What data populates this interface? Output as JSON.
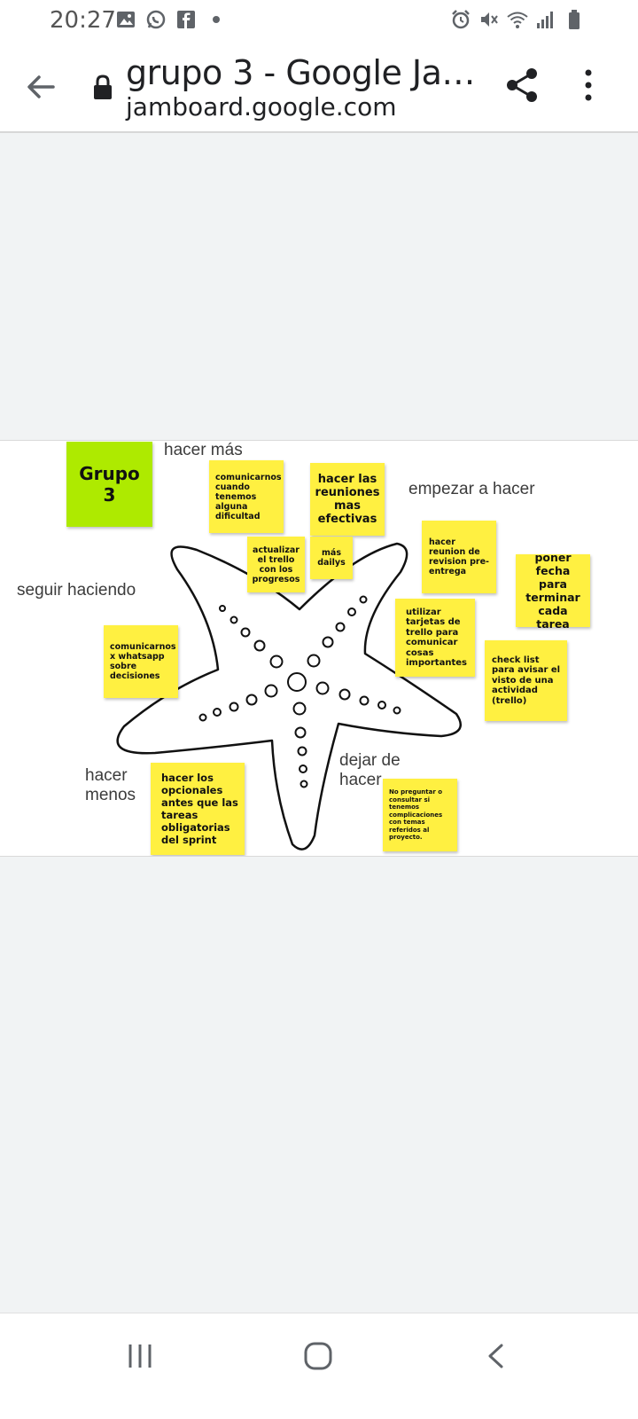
{
  "status_bar": {
    "time": "20:27",
    "left_icons": [
      "image-icon",
      "whatsapp-icon",
      "facebook-icon",
      "dot-icon"
    ],
    "right_icons": [
      "alarm-icon",
      "mute-icon",
      "wifi-icon",
      "signal-icon",
      "battery-icon"
    ]
  },
  "toolbar": {
    "title": "grupo 3 - Google Jam...",
    "url": "jamboard.google.com",
    "icons": [
      "back-arrow-icon",
      "lock-icon",
      "share-icon",
      "more-vert-icon"
    ]
  },
  "board": {
    "labels": {
      "hacer_mas": "hacer más",
      "empezar": "empezar a hacer",
      "seguir": "seguir haciendo",
      "hacer_menos": "hacer\nmenos",
      "dejar": "dejar de\nhacer"
    },
    "notes": {
      "grupo": "Grupo 3",
      "comunicarnos_dificultad": "comunicarnos cuando tenemos alguna dificultad",
      "reuniones": "hacer las reuniones mas efectivas",
      "actualizar_trello": "actualizar el trello con los progresos",
      "dailys": "más dailys",
      "reunion_revision": "hacer reunion de revision pre-entrega",
      "poner_fecha": "poner fecha para terminar cada tarea",
      "tarjetas_trello": "utilizar tarjetas de trello para comunicar cosas importantes",
      "whatsapp": "comunicarnos x whatsapp sobre decisiones",
      "check_list": "check list para avisar el visto de una actividad (trello)",
      "opcionales": "hacer los opcionales antes que las tareas obligatorias del sprint",
      "no_preguntar": "No preguntar o consultar si tenemos complicaciones con temas referidos al proyecto."
    },
    "colors": {
      "note_yellow": "#fff041",
      "note_green": "#aeea00"
    }
  },
  "nav_bar": {
    "icons": [
      "recent-apps-icon",
      "home-icon",
      "back-icon"
    ]
  }
}
